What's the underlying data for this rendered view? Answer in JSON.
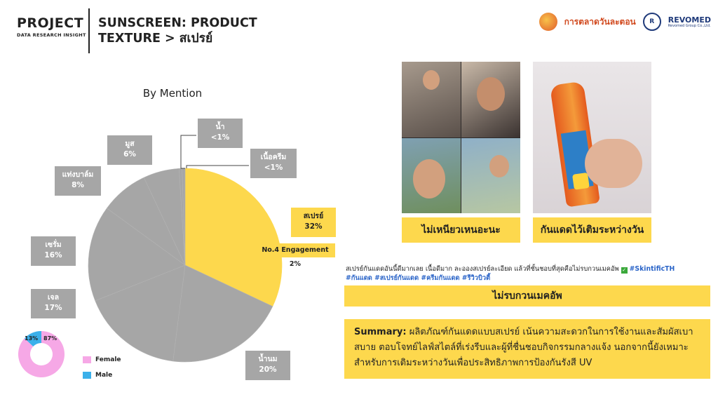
{
  "header": {
    "brand_title": "PROJECT",
    "brand_subtitle": "DATA RESEARCH INSIGHT",
    "title_line1": "SUNSCREEN: PRODUCT",
    "title_line2": "TEXTURE > สเปรย์",
    "logo1_text": "การตลาดวันละตอน",
    "logo2_text": "REVOMED",
    "logo2_sub": "Revomed Group Co.,Ltd."
  },
  "colors": {
    "highlight": "#fdd84d",
    "slice_gray": "#a6a6a6",
    "female": "#f6a8e6",
    "male": "#3bb0ea"
  },
  "chart_data": [
    {
      "type": "pie",
      "title": "By Mention",
      "slices": [
        {
          "label": "สเปรย์",
          "value": 32,
          "value_label": "32%",
          "highlight": true
        },
        {
          "label": "น้ำนม",
          "value": 20,
          "value_label": "20%"
        },
        {
          "label": "เจล",
          "value": 17,
          "value_label": "17%"
        },
        {
          "label": "เซรั่ม",
          "value": 16,
          "value_label": "16%"
        },
        {
          "label": "แท่งบาล์ม",
          "value": 8,
          "value_label": "8%"
        },
        {
          "label": "มูส",
          "value": 6,
          "value_label": "6%"
        },
        {
          "label": "น้ำ",
          "value": 0.5,
          "value_label": "<1%"
        },
        {
          "label": "เนื้อครีม",
          "value": 0.5,
          "value_label": "<1%"
        }
      ],
      "annotation": "No.4 Engagement 2%"
    },
    {
      "type": "pie",
      "title": "",
      "slices": [
        {
          "label": "Female",
          "value": 87,
          "value_label": "87%"
        },
        {
          "label": "Male",
          "value": 13,
          "value_label": "13%"
        }
      ]
    }
  ],
  "legend": {
    "female": "Female",
    "male": "Male"
  },
  "banners": {
    "left": "ไม่เหนียวเหนอะนะ",
    "right": "กันแดดไว้เติมระหว่างวัน",
    "main": "ไม่รบกวนเมคอัพ"
  },
  "caption": {
    "text": "สเปรย์กันแดดอันนี้ดีมากเลย เนื้อดีมาก ละอองสเปรย์ละเอียด แล้วที่ชั้นชอบที่สุดคือไม่รบกวนเมคอัพ",
    "tag_inline": "#SkintificTH",
    "tags": "#กันแดด #สเปรย์กันแดด #ครีมกันแดด #รีวิวบิวตี้"
  },
  "summary": {
    "label": "Summary:",
    "text": "ผลิตภัณฑ์กันแดดแบบสเปรย์ เน้นความสะดวกในการใช้งานและสัมผัสเบาสบาย ตอบโจทย์ไลฟ์สไตล์ที่เร่งรีบและผู้ที่ชื่นชอบกิจกรรมกลางแจ้ง นอกจากนี้ยังเหมาะสำหรับการเติมระหว่างวันเพื่อประสิทธิภาพการป้องกันรังสี UV"
  }
}
